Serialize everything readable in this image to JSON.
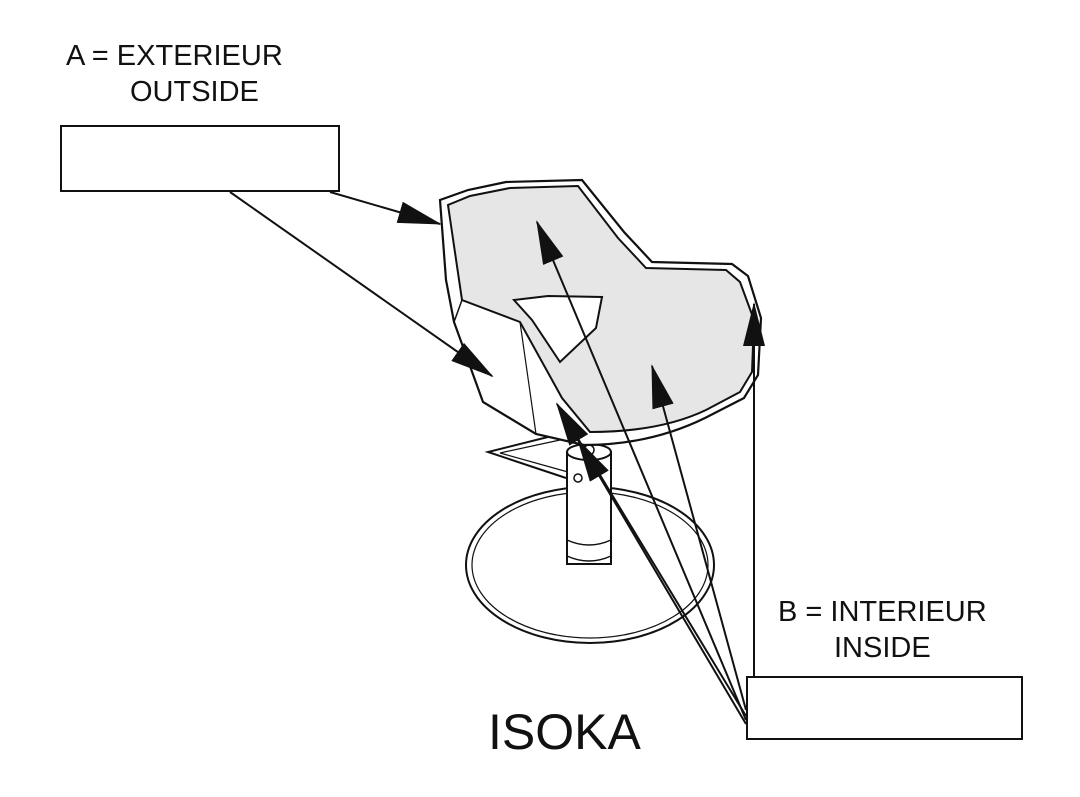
{
  "labels": {
    "a_line1": "A = EXTERIEUR",
    "a_line2": "OUTSIDE",
    "b_line1": "B = INTERIEUR",
    "b_line2": "INSIDE"
  },
  "title": "ISOKA",
  "colors": {
    "stroke": "#111111",
    "seat_interior_fill": "#e6e6e6",
    "background": "#ffffff"
  }
}
